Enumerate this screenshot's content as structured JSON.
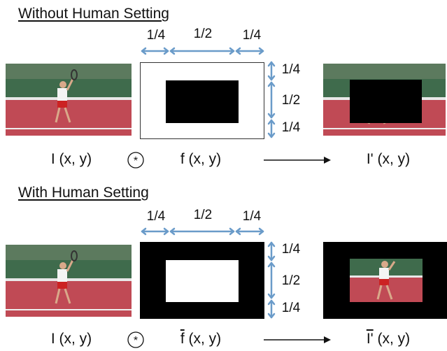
{
  "sections": [
    {
      "heading": "Without Human Setting",
      "top_fractions": [
        "1/4",
        "1/2",
        "1/4"
      ],
      "side_fractions": [
        "1/4",
        "1/2",
        "1/4"
      ],
      "labels": {
        "input": "I (x, y)",
        "operator": "*",
        "filter_symbol": "f",
        "filter_args": " (x, y)",
        "output_symbol": "I'",
        "output_args": " (x, y)"
      },
      "filter_colors": {
        "outer": "#ffffff",
        "inner": "#000000"
      }
    },
    {
      "heading": "With Human Setting",
      "top_fractions": [
        "1/4",
        "1/2",
        "1/4"
      ],
      "side_fractions": [
        "1/4",
        "1/2",
        "1/4"
      ],
      "labels": {
        "input": "I (x, y)",
        "operator": "*",
        "filter_symbol": "f",
        "filter_args": " (x, y)",
        "output_symbol": "I'",
        "output_args": " (x, y)"
      },
      "filter_colors": {
        "outer": "#000000",
        "inner": "#ffffff"
      }
    }
  ],
  "colors": {
    "arrow": "#6a9bc9",
    "court_green": "#3f6b4c",
    "court_red": "#c04a55",
    "text": "#111111"
  },
  "icons": {
    "operator": "circled-asterisk-icon",
    "flow_arrow": "right-arrow-icon",
    "dimension": "double-arrow-icon",
    "image": "tennis-player-image"
  }
}
